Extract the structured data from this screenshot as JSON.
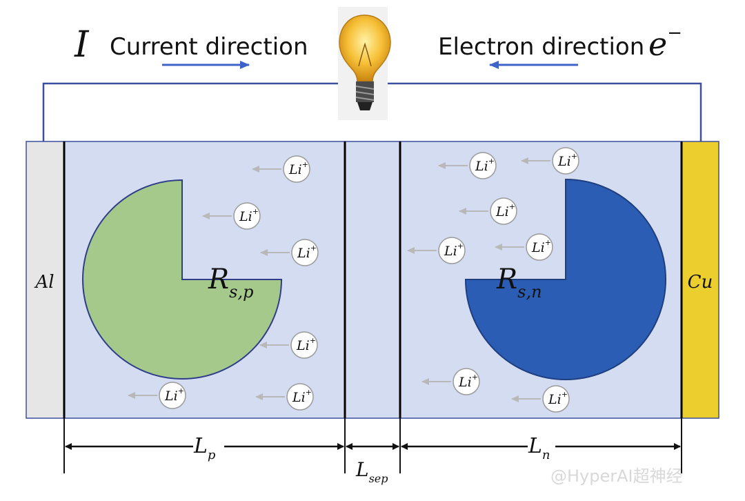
{
  "header": {
    "current_symbol": "I",
    "current_label": "Current direction",
    "electron_label": "Electron direction",
    "electron_symbol_base": "e",
    "electron_symbol_sup": "−"
  },
  "collectors": {
    "left": "Al",
    "right": "Cu"
  },
  "particles": {
    "positive": {
      "base": "R",
      "sub": "s,p"
    },
    "negative": {
      "base": "R",
      "sub": "s,n"
    }
  },
  "ion": {
    "base": "Li",
    "sup": "+"
  },
  "dimensions": {
    "lp": {
      "base": "L",
      "sub": "p"
    },
    "lsep": {
      "base": "L",
      "sub": "sep"
    },
    "ln": {
      "base": "L",
      "sub": "n"
    }
  },
  "watermark": "@HyperAI超神经",
  "colors": {
    "electrolyte": "#d3dcf0",
    "aluminum": "#e6e6e6",
    "copper": "#ecce2e",
    "cathode_particle": "#a5c98a",
    "anode_particle": "#2a5db3",
    "wire": "#3b4f9e",
    "direction_arrow": "#3d63c8",
    "ion_arrow": "#b8b8b8"
  },
  "icons": {
    "bulb": "light-bulb-icon"
  }
}
